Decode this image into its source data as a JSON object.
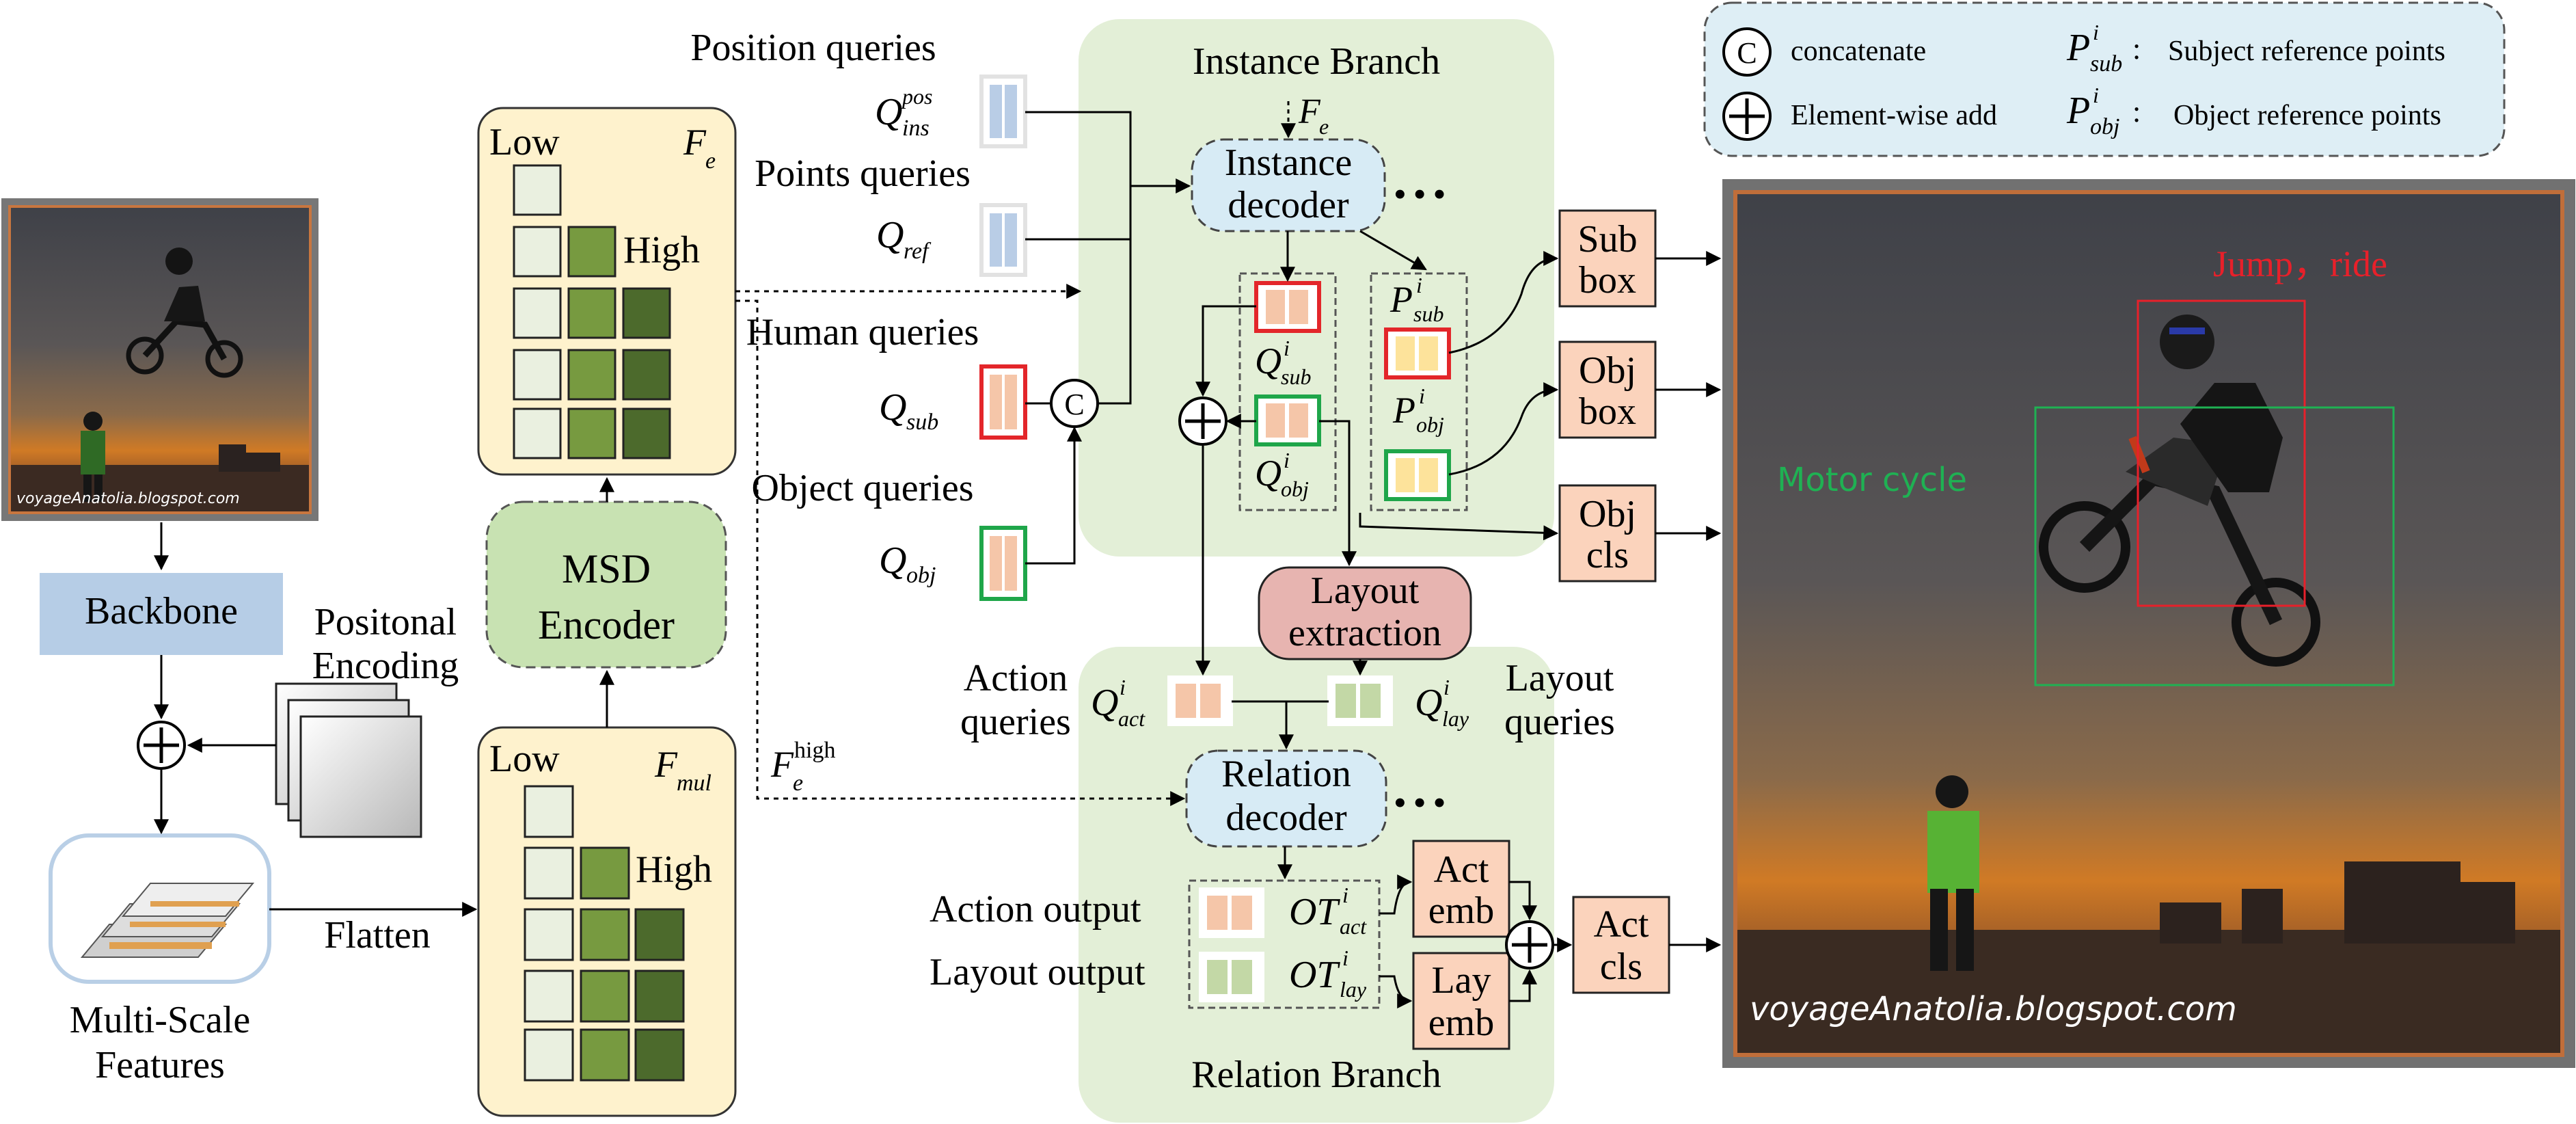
{
  "legend": {
    "concat_symbol": "C",
    "concat_label": "concatenate",
    "add_symbol": "+",
    "add_label": "Element-wise add",
    "sub_ref_symbol": "P",
    "sub_ref_label": "Subject reference points",
    "obj_ref_symbol": "P",
    "obj_ref_label": "Object reference points",
    "ref_sup": "i",
    "sub_sub": "sub",
    "obj_sub": "obj",
    "colon": ":"
  },
  "left": {
    "input_watermark": "voyageAnatolia.blogspot.com",
    "backbone_label": "Backbone",
    "positional_encoding_line1": "Positonal",
    "positional_encoding_line2": "Encoding",
    "flatten_label": "Flatten",
    "multiscale_line1": "Multi-Scale",
    "multiscale_line2": "Features",
    "msd_line1": "MSD",
    "msd_line2": "Encoder"
  },
  "feature_maps": {
    "fe_low": "Low",
    "fe_high": "High",
    "fe_symbol": "F",
    "fe_sub": "e",
    "fmul_low": "Low",
    "fmul_high": "High",
    "fmul_symbol": "F",
    "fmul_sub": "mul",
    "fhigh_symbol": "F",
    "fhigh_sub": "e",
    "fhigh_sup": "high"
  },
  "queries": {
    "position_label": "Position queries",
    "points_label": "Points queries",
    "human_label": "Human queries",
    "object_label": "Object queries",
    "q_symbol": "Q",
    "q_ins_sub": "ins",
    "q_ins_sup": "pos",
    "q_ref_sub": "ref",
    "q_sub_sub": "sub",
    "q_obj_sub": "obj",
    "concat_symbol": "C"
  },
  "instance_branch": {
    "title": "Instance Branch",
    "fe_symbol": "F",
    "fe_sub": "e",
    "decoder_line1": "Instance",
    "decoder_line2": "decoder",
    "ellipsis": "• • •",
    "q_symbol": "Q",
    "q_sup": "i",
    "q_sub_sub": "sub",
    "q_obj_sub": "obj",
    "p_symbol": "P",
    "p_sup": "i",
    "p_sub_sub": "sub",
    "p_obj_sub": "obj"
  },
  "outputs": {
    "sub_box_line1": "Sub",
    "sub_box_line2": "box",
    "obj_box_line1": "Obj",
    "obj_box_line2": "box",
    "obj_cls_line1": "Obj",
    "obj_cls_line2": "cls",
    "act_cls_line1": "Act",
    "act_cls_line2": "cls"
  },
  "layout_extraction": {
    "line1": "Layout",
    "line2": "extraction"
  },
  "relation_branch": {
    "title": "Relation Branch",
    "action_queries_line1": "Action",
    "action_queries_line2": "queries",
    "layout_queries_line1": "Layout",
    "layout_queries_line2": "queries",
    "q_symbol": "Q",
    "q_sup": "i",
    "q_act_sub": "act",
    "q_lay_sub": "lay",
    "decoder_line1": "Relation",
    "decoder_line2": "decoder",
    "ellipsis": "• • •",
    "action_output_label": "Action output",
    "layout_output_label": "Layout output",
    "ot_symbol": "OT",
    "ot_sup": "i",
    "ot_act_sub": "act",
    "ot_lay_sub": "lay",
    "act_emb_line1": "Act",
    "act_emb_line2": "emb",
    "lay_emb_line1": "Lay",
    "lay_emb_line2": "emb"
  },
  "result_image": {
    "verb_label": "Jump，ride",
    "object_label": "Motor cycle",
    "watermark": "voyageAnatolia.blogspot.com"
  },
  "colors": {
    "instance_bg": "#e3efd7",
    "relation_bg": "#e3efd7",
    "msd_fill": "#c8e2b2",
    "feature_panel": "#fef2cd",
    "legend_bg": "#deeef5",
    "backbone_fill": "#b6cde6",
    "decoder_fill": "#d7ebf5",
    "output_fill": "#fbd3bc",
    "layout_extraction_fill": "#e7b4b0",
    "query_blue": "#b9cde6",
    "query_orange": "#f5c6a9",
    "query_yellow": "#fde39b",
    "query_green": "#c3d8a6",
    "human_border": "#e3262a",
    "object_border": "#1fa64a",
    "verb_color": "#e8202a",
    "object_color": "#1fb153"
  }
}
